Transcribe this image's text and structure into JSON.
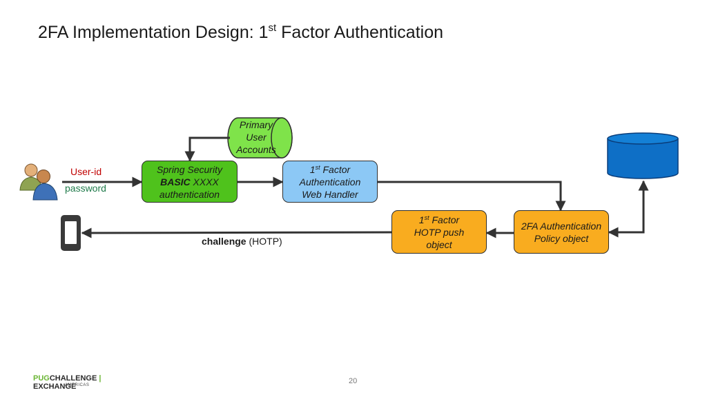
{
  "title": {
    "prefix": "2FA Implementation Design: 1",
    "sup": "st",
    "suffix": " Factor Authentication"
  },
  "inputs": {
    "user_id": "User-id",
    "password": "password"
  },
  "nodes": {
    "primary_user_accounts": {
      "line1": "Primary",
      "line2": "User",
      "line3": "Accounts"
    },
    "spring_security": {
      "line1": "Spring Security",
      "line2_bold": "BASIC",
      "line2_rest": " XXXX",
      "line3": "authentication"
    },
    "web_handler": {
      "line1_num": "1",
      "line1_sup": "st",
      "line1_rest": " Factor",
      "line2": "Authentication",
      "line3": "Web Handler"
    },
    "hotp_push": {
      "line1_num": "1",
      "line1_sup": "st",
      "line1_rest": " Factor",
      "line2": "HOTP push",
      "line3": "object"
    },
    "policy": {
      "line1": "2FA Authentication",
      "line2": "Policy object"
    }
  },
  "edge_labels": {
    "challenge_bold": "challenge",
    "challenge_rest": " (HOTP)"
  },
  "page_number": "20",
  "footer": {
    "brand_a": "PUG",
    "brand_b": "CHALLENGE",
    "brand_c": "EXCHANGE",
    "region": "AMERICAS"
  },
  "colors": {
    "green": "#4fc21c",
    "blue": "#8cc8f5",
    "orange": "#f9ac1f",
    "database": "#0e6fc6",
    "user_id_text": "#c00000",
    "password_text": "#1f7a4a"
  },
  "icons": {
    "users": "users-icon",
    "phone": "mobile-phone-icon",
    "database": "database-icon"
  }
}
